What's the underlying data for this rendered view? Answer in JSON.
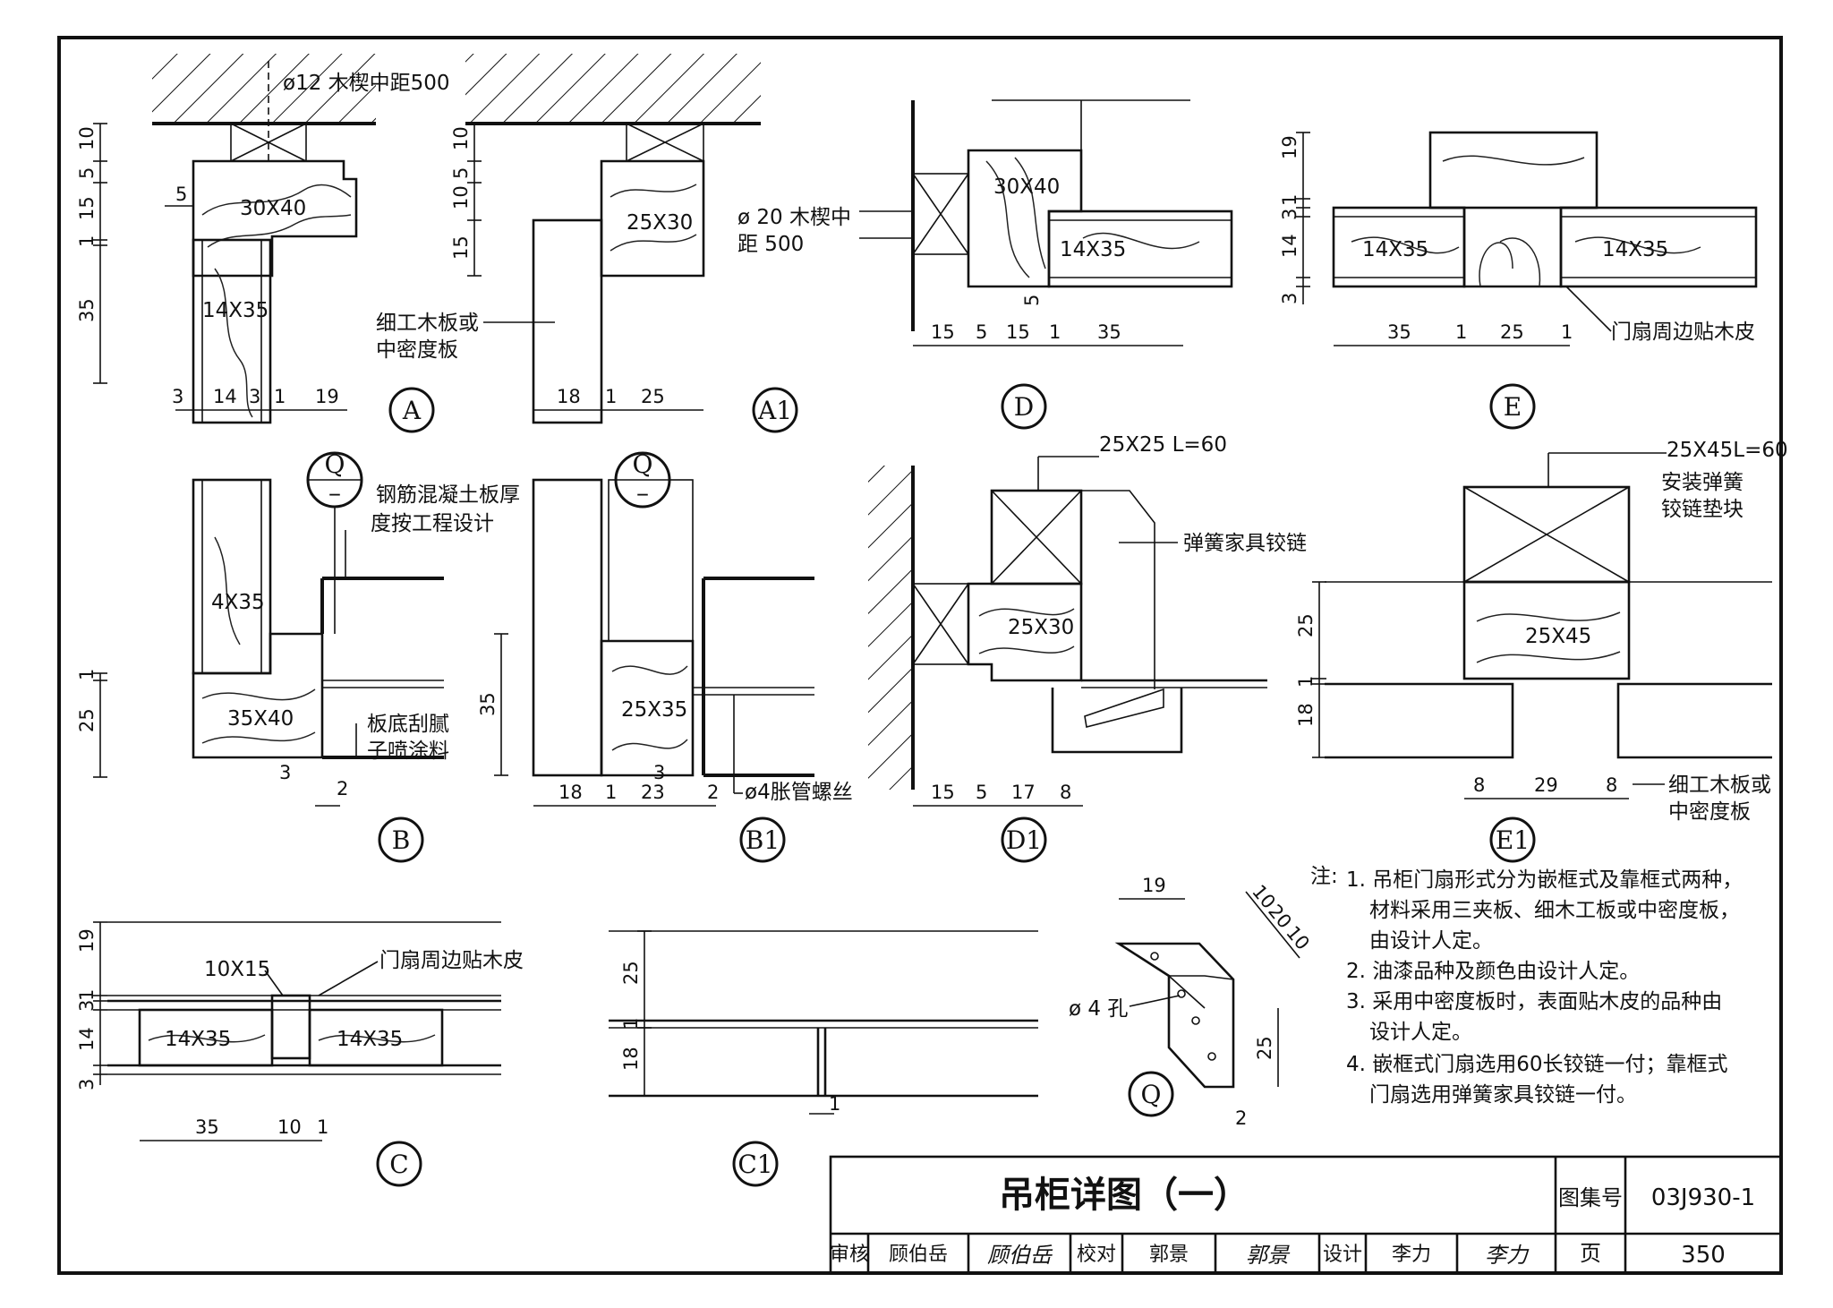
{
  "details": {
    "A": {
      "id": "A",
      "dims": [
        "10",
        "5",
        "15",
        "1",
        "35",
        "5",
        "3",
        "14",
        "3",
        "1",
        "19"
      ],
      "members": [
        "30X40",
        "14X35"
      ],
      "note": "ø12 木楔中距500"
    },
    "A1": {
      "id": "A1",
      "dims": [
        "10",
        "5",
        "10",
        "15",
        "18",
        "1",
        "25"
      ],
      "members": [
        "25X30"
      ],
      "note1": "细工木板或",
      "note2": "中密度板",
      "note3": "ø 20 木楔中",
      "note4": "距 500"
    },
    "D": {
      "id": "D",
      "dims": [
        "15",
        "5",
        "15",
        "1",
        "35",
        "5"
      ],
      "members": [
        "30X40",
        "14X35"
      ]
    },
    "E": {
      "id": "E",
      "dims": [
        "19",
        "1",
        "3",
        "14",
        "3",
        "35",
        "1",
        "25",
        "1"
      ],
      "members": [
        "14X35",
        "14X35"
      ],
      "note": "门扇周边贴木皮"
    },
    "B": {
      "id": "B",
      "dims": [
        "1",
        "25",
        "3",
        "2"
      ],
      "members": [
        "4X35",
        "35X40"
      ],
      "note1": "钢筋混凝土板厚",
      "note2": "度按工程设计",
      "note3": "板底刮腻",
      "note4": "子喷涂料",
      "q": "Q",
      "qsub": "–"
    },
    "B1": {
      "id": "B1",
      "dims": [
        "35",
        "18",
        "1",
        "23",
        "3",
        "2"
      ],
      "members": [
        "25X35"
      ],
      "note": "ø4胀管螺丝",
      "q": "Q",
      "qsub": "–"
    },
    "D1": {
      "id": "D1",
      "dims": [
        "15",
        "5",
        "17",
        "8"
      ],
      "members": [
        "25X30"
      ],
      "note1": "25X25 L=60",
      "note2": "弹簧家具铰链"
    },
    "E1": {
      "id": "E1",
      "dims": [
        "25",
        "1",
        "18",
        "8",
        "29",
        "8"
      ],
      "members": [
        "25X45"
      ],
      "note1": "25X45L=60",
      "note2": "安装弹簧",
      "note3": "铰链垫块",
      "note4": "细工木板或",
      "note5": "中密度板"
    },
    "C": {
      "id": "C",
      "dims": [
        "19",
        "1",
        "3",
        "14",
        "3",
        "35",
        "10",
        "1"
      ],
      "members": [
        "14X35",
        "14X35"
      ],
      "note1": "10X15",
      "note2": "门扇周边贴木皮"
    },
    "C1": {
      "id": "C1",
      "dims": [
        "25",
        "1",
        "18",
        "1"
      ]
    },
    "Q": {
      "id": "Q",
      "dims": [
        "19",
        "10",
        "20",
        "10",
        "25",
        "2"
      ],
      "note": "ø 4 孔"
    }
  },
  "notes": {
    "prefix": "注:",
    "lines": [
      "1. 吊柜门扇形式分为嵌框式及靠框式两种，",
      "材料采用三夹板、细木工板或中密度板，",
      "由设计人定。",
      "2. 油漆品种及颜色由设计人定。",
      "3. 采用中密度板时，表面贴木皮的品种由",
      "设计人定。",
      "4. 嵌框式门扇选用60长铰链一付；靠框式",
      "门扇选用弹簧家具铰链一付。"
    ]
  },
  "titleblock": {
    "title": "吊柜详图（一）",
    "atlas_label": "图集号",
    "atlas_no": "03J930-1",
    "page_label": "页",
    "page_no": "350",
    "review_label": "审核",
    "reviewer": "顾伯岳",
    "reviewer_sig": "顾伯岳",
    "check_label": "校对",
    "checker": "郭景",
    "checker_sig": "郭景",
    "design_label": "设计",
    "designer": "李力",
    "designer_sig": "李力"
  }
}
